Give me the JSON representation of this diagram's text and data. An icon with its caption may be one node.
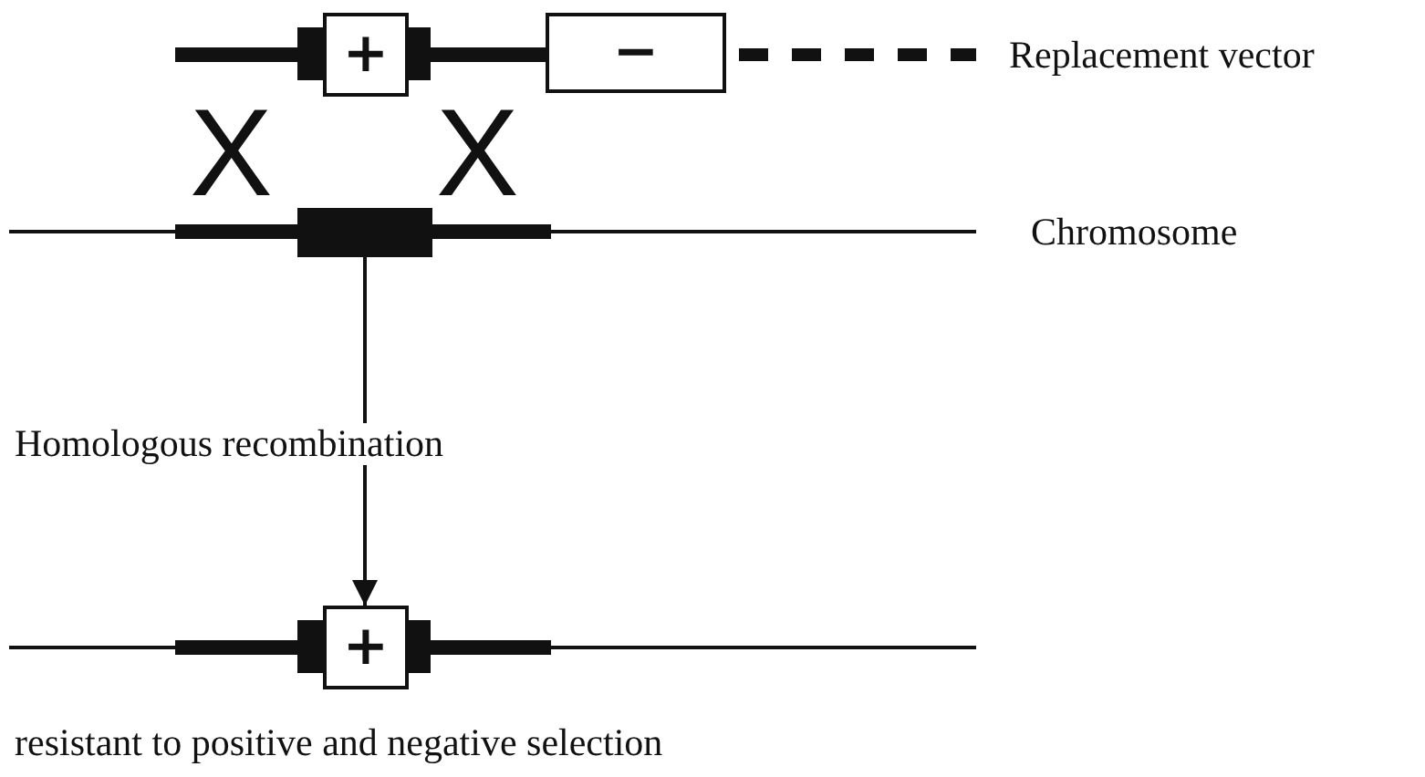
{
  "diagram": {
    "nodes": [
      {
        "text": [
          "+"
        ]
      },
      {
        "text": [
          "−"
        ]
      },
      {
        "text": [],
        "shape": "box"
      },
      {
        "text": [
          "+"
        ]
      }
    ],
    "edges": [
      {
        "from": 2,
        "to": 3,
        "arrow": "to",
        "label": "Homologous recombination"
      }
    ],
    "labels": [
      "Replacement vector",
      "X",
      "X",
      "Chromosome",
      "resistant to positive and negative selection"
    ]
  }
}
